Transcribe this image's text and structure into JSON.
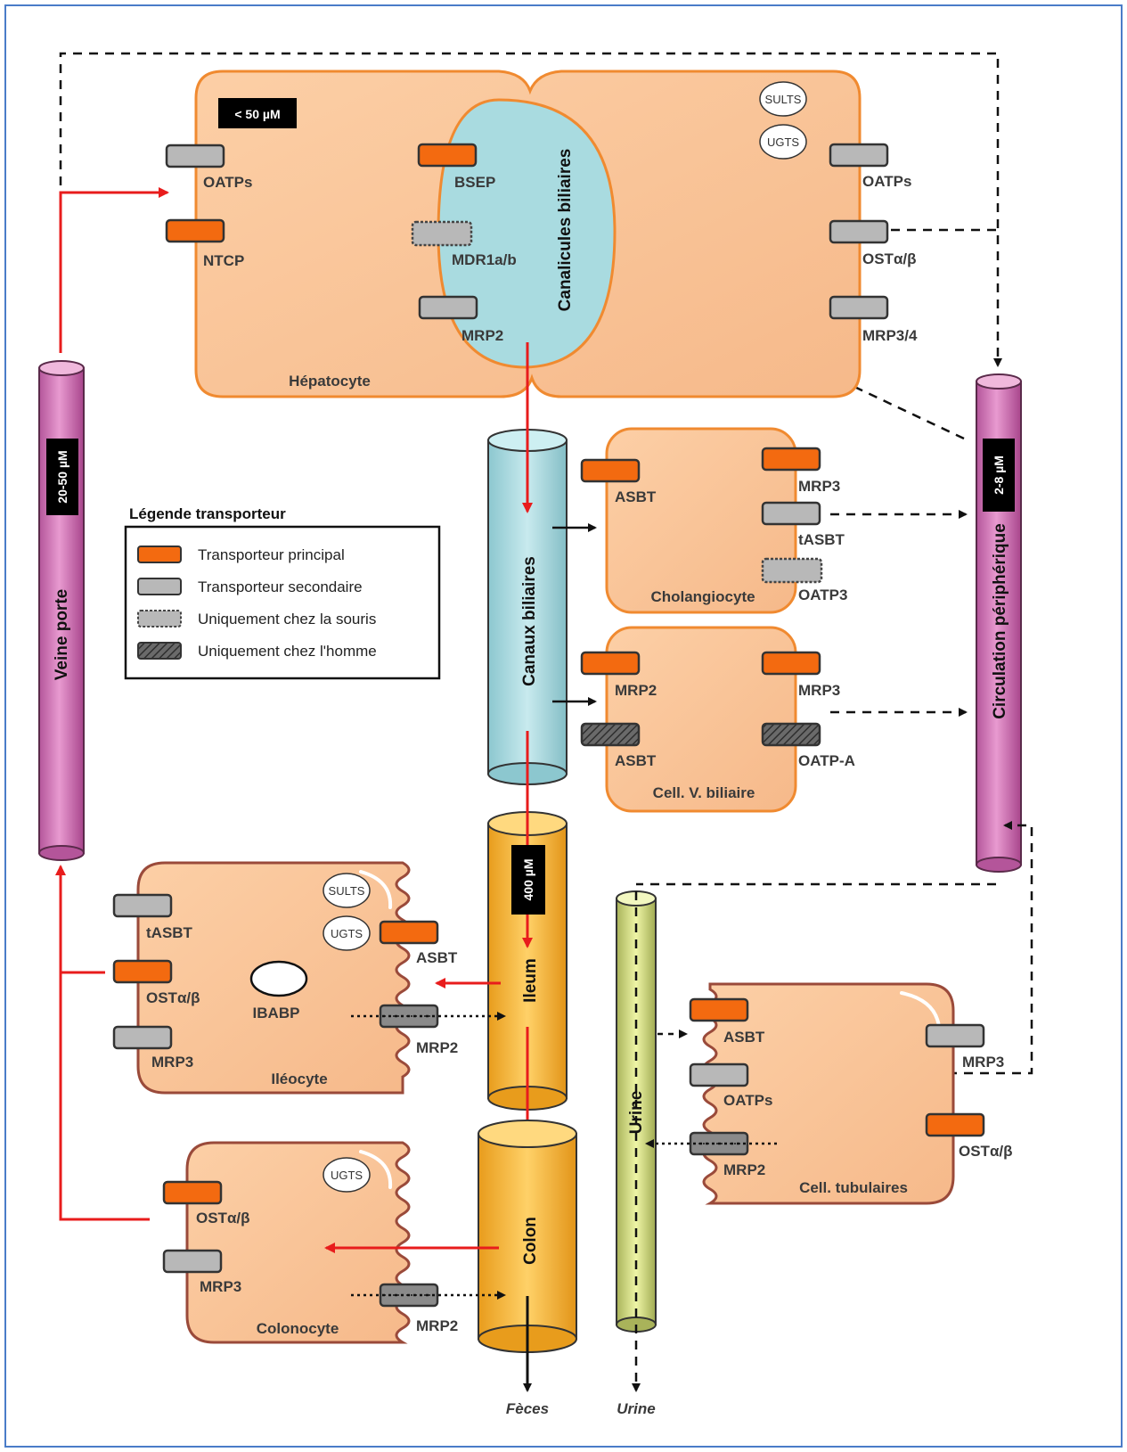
{
  "colors": {
    "cell_fill": "#fbc79b",
    "cell_stroke": "#f08a30",
    "canal_fill": "#a9dbe0",
    "principal": "#f36a10",
    "secondary": "#b8b8b8",
    "pink_vessel": "#d873b8",
    "gut": "#f7b532",
    "urine_tube": "#d9e58a",
    "red_arrow": "#e81c1c",
    "frame": "#4a7cc8"
  },
  "hepatocyte": {
    "conc": "< 50 µM",
    "label": "Hépatocyte",
    "left": {
      "oatps": "OATPs",
      "ntcp": "NTCP"
    },
    "canal": {
      "bsep": "BSEP",
      "mdr": "MDR1a/b",
      "mrp2": "MRP2"
    },
    "right": {
      "sults": "SULTS",
      "ugts": "UGTS",
      "oatps": "OATPs",
      "ost": "OSTα/β",
      "mrp34": "MRP3/4"
    }
  },
  "canalicules": "Canalicules biliaires",
  "canaux": "Canaux biliaires",
  "veine_porte": {
    "label": "Veine porte",
    "conc": "20-50 µM"
  },
  "circulation": {
    "label": "Circulation périphérique",
    "conc": "2-8 µM"
  },
  "cholangiocyte": {
    "label": "Cholangiocyte",
    "asbt": "ASBT",
    "mrp3": "MRP3",
    "tasbt": "tASBT",
    "oatp3": "OATP3"
  },
  "cell_vbiliaire": {
    "label": "Cell. V. biliaire",
    "mrp2": "MRP2",
    "mrp3": "MRP3",
    "asbt": "ASBT",
    "oatpa": "OATP-A"
  },
  "legend": {
    "title": "Légende transporteur",
    "items": [
      "Transporteur principal",
      "Transporteur secondaire",
      "Uniquement chez la souris",
      "Uniquement chez l'homme"
    ]
  },
  "ileum": {
    "label": "Ileum",
    "conc": "400 µM"
  },
  "ileocyte": {
    "label": "Iléocyte",
    "tasbt": "tASBT",
    "ost": "OSTα/β",
    "mrp3": "MRP3",
    "ibabp": "IBABP",
    "sults": "SULTS",
    "ugts": "UGTS",
    "asbt": "ASBT",
    "mrp2": "MRP2"
  },
  "colon": {
    "label": "Colon"
  },
  "colonocyte": {
    "label": "Colonocyte",
    "ugts": "UGTS",
    "ost": "OSTα/β",
    "mrp3": "MRP3",
    "mrp2": "MRP2"
  },
  "urine_tube": {
    "label": "Urine"
  },
  "tubulaire": {
    "label": "Cell. tubulaires",
    "asbt": "ASBT",
    "oatps": "OATPs",
    "mrp2": "MRP2",
    "mrp3": "MRP3",
    "ost": "OSTα/β"
  },
  "outputs": {
    "feces": "Fèces",
    "urine": "Urine"
  }
}
